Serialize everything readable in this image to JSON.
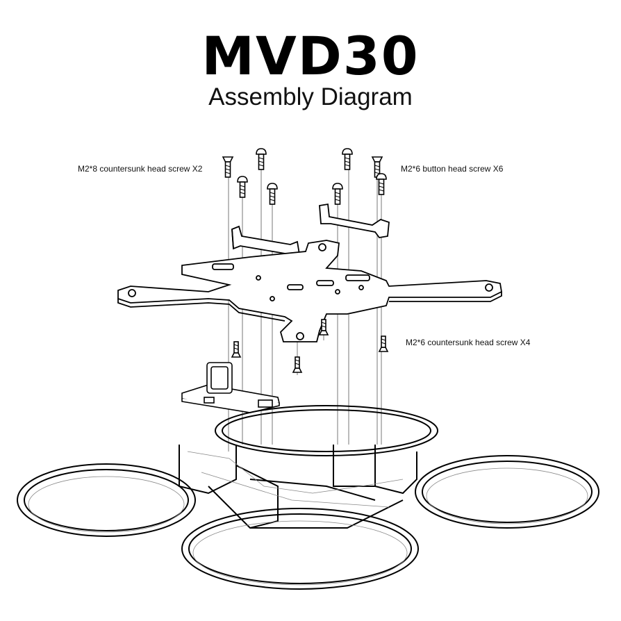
{
  "title": "MVD30",
  "subtitle": "Assembly Diagram",
  "labels": {
    "countersunk_m2x8": "M2*8 countersunk head screw X2",
    "button_m2x6": "M2*6 button head screw X6",
    "countersunk_m2x6": "M2*6 countersunk head screw X4"
  }
}
